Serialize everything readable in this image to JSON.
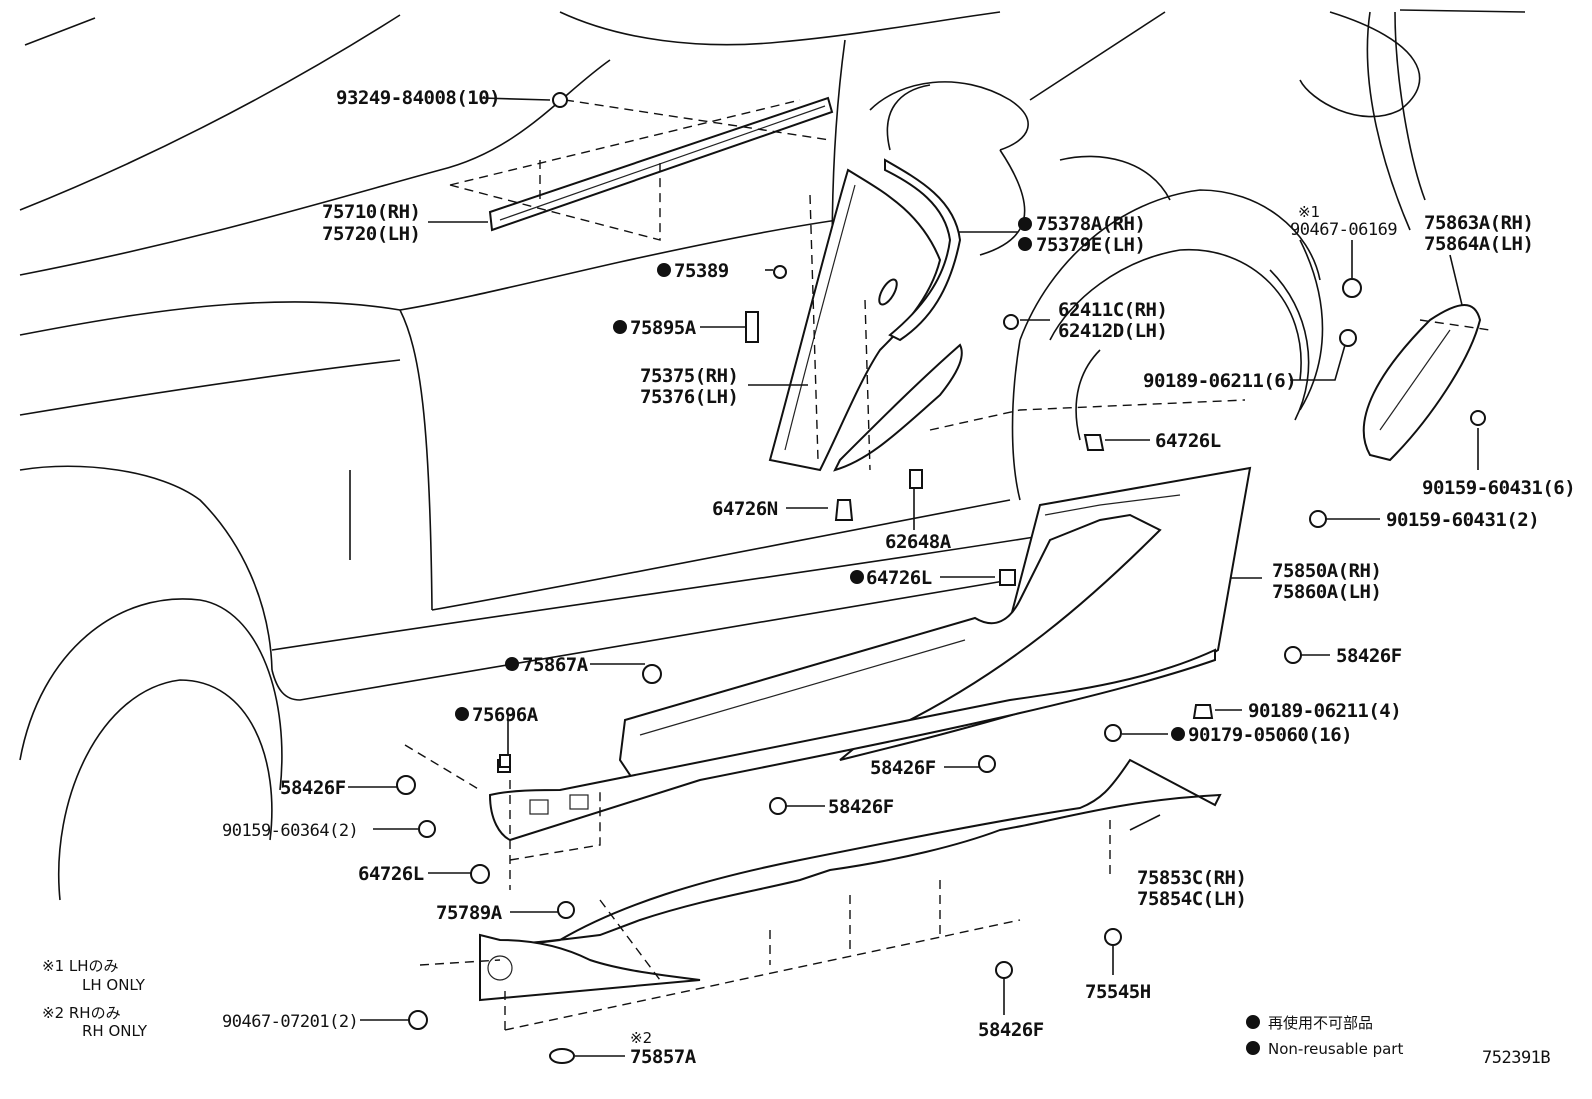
{
  "labels": {
    "l93249": "93249-84008(10)",
    "l75710": "75710(RH)",
    "l75720": "75720(LH)",
    "l75378": "75378A(RH)",
    "l75379": "75379E(LH)",
    "l75389": "75389",
    "l75895": "75895A",
    "l62411": "62411C(RH)",
    "l62412": "62412D(LH)",
    "l75375": "75375(RH)",
    "l75376": "75376(LH)",
    "l90189a": "90189-06211(6)",
    "l64726L_a": "64726L",
    "l64726N": "64726N",
    "l62648": "62648A",
    "l64726L_b": "64726L",
    "l90159_6": "90159-60431(6)",
    "l90159_2": "90159-60431(2)",
    "l75850": "75850A(RH)",
    "l75860": "75860A(LH)",
    "l58426_a": "58426F",
    "l75867": "75867A",
    "l90189b": "90189-06211(4)",
    "l90179": "90179-05060(16)",
    "l75696": "75696A",
    "l58426_b": "58426F",
    "l58426_c": "58426F",
    "l58426_d": "58426F",
    "l90159_364": "90159-60364(2)",
    "l64726L_c": "64726L",
    "l75853": "75853C(RH)",
    "l75854": "75854C(LH)",
    "l75789": "75789A",
    "l75545": "75545H",
    "l58426_e": "58426F",
    "l90467_072": "90467-07201(2)",
    "l75857": "75857A",
    "l90467_061": "90467-06169",
    "l75863": "75863A(RH)",
    "l75864": "75864A(LH)",
    "diagram_code": "752391B"
  },
  "marks": {
    "note1": "※1",
    "note2": "※2"
  },
  "legend": {
    "note1_jp": "※1 LHのみ",
    "note1_en": "LH ONLY",
    "note2_jp": "※2 RHのみ",
    "note2_en": "RH ONLY",
    "nonreusable_jp": "再使用不可部品",
    "nonreusable_en": "Non-reusable part"
  }
}
